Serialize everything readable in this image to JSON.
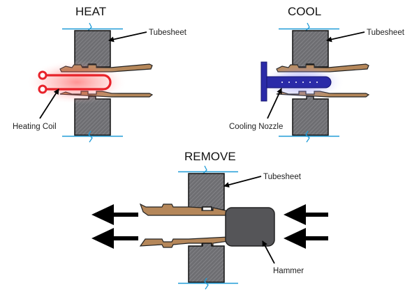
{
  "panels": {
    "heat": {
      "title": "HEAT",
      "tubesheet_label": "Tubesheet",
      "tool_label": "Heating Coil"
    },
    "cool": {
      "title": "COOL",
      "tubesheet_label": "Tubesheet",
      "tool_label": "Cooling Nozzle"
    },
    "remove": {
      "title": "REMOVE",
      "tubesheet_label": "Tubesheet",
      "tool_label": "Hammer"
    }
  },
  "colors": {
    "tubesheet_fill": "#6e6e72",
    "tube_fill": "#b5875a",
    "heating_coil": "#e8222a",
    "cooling_nozzle": "#2b2ba8",
    "hammer": "#555558",
    "centerline": "#1e9bd7",
    "arrow": "#000000"
  },
  "icons": {
    "hatch": "diagonal-hatch-pattern",
    "break_line": "zigzag-break-icon",
    "force_arrow": "left-arrow-icon"
  }
}
